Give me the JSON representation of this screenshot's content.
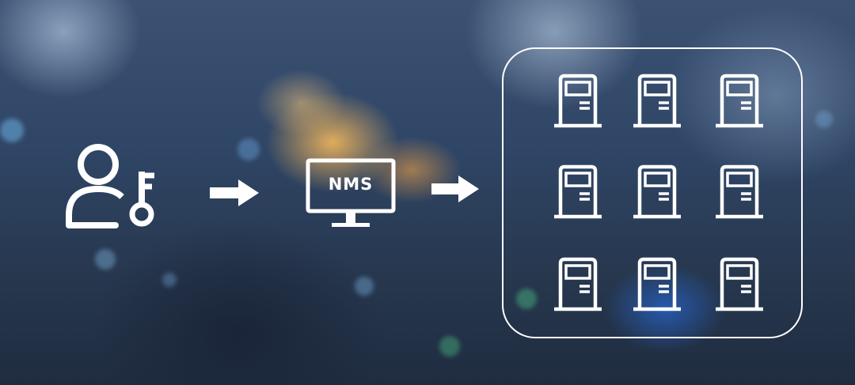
{
  "scene": {
    "nms_label": "NMS",
    "stroke_color": "#ffffff",
    "accent_glow": "#ffb24a",
    "accent_blue": "#2a78ff"
  },
  "icons": {
    "user": "user-key-icon",
    "arrow": "arrow-right-icon",
    "monitor": "monitor-icon",
    "device": "network-device-icon"
  },
  "device_grid": {
    "rows": 3,
    "columns": 3,
    "count": 9
  }
}
